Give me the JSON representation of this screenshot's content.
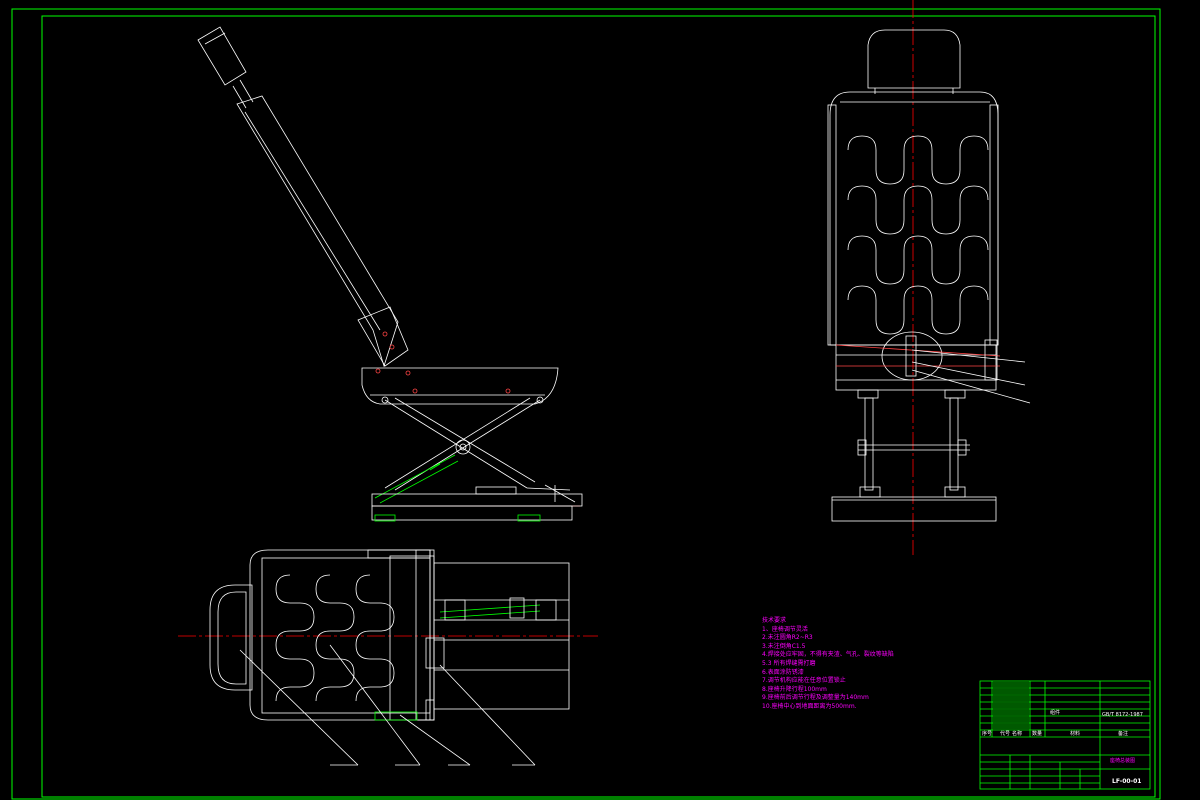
{
  "notes": {
    "title": "技术要求",
    "items": [
      "1、座椅调节灵活",
      "2.未注圆角R2~R3",
      "3.未注倒角C1.5",
      "4.焊接处应牢固，不得有夹渣、气孔、裂纹等缺陷",
      "5.3 所有焊缝需打磨",
      "6.表面涂防锈漆",
      "7.调节机构应能在任意位置锁止",
      "8.座椅升降行程100mm",
      "9.座椅前后调节行程及调整量为140mm",
      "10.座椅中心到地面距离为500mm."
    ]
  },
  "title_block": {
    "drawing_no": "LF-00-01",
    "standard": "GB/T 8172-1987",
    "material": "组件",
    "name": "座椅总装图",
    "headers": [
      "序号",
      "代号",
      "名称",
      "数量",
      "材料",
      "备注"
    ]
  }
}
